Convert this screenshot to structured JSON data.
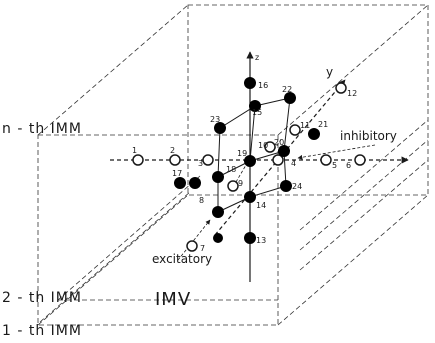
{
  "diagram": {
    "planes": {
      "nth": "n - th  IMM",
      "second": "2 - th  IMM",
      "first": "1 - th  IMM",
      "center": "IMV"
    },
    "labels": {
      "inhibitory": "inhibitory",
      "excitatory": "excitatory"
    },
    "axes": {
      "y": "y",
      "z": "z"
    },
    "nodes": {
      "n1": "1",
      "n2": "2",
      "n3": "3",
      "n4": "4",
      "n5": "5",
      "n6": "6",
      "n7": "7",
      "n8": "8",
      "n9": "9",
      "n10": "10",
      "n11": "11",
      "n12": "12",
      "n13": "13",
      "n14": "14",
      "n15": "15",
      "n16": "16",
      "n17": "17",
      "n18": "18",
      "n19": "19",
      "n20": "20",
      "n21": "21",
      "n22": "22",
      "n23": "23",
      "n24": "24"
    },
    "colors": {
      "ink": "#1a1a1a",
      "filled_node": "#000000",
      "open_node": "#ffffff"
    }
  }
}
